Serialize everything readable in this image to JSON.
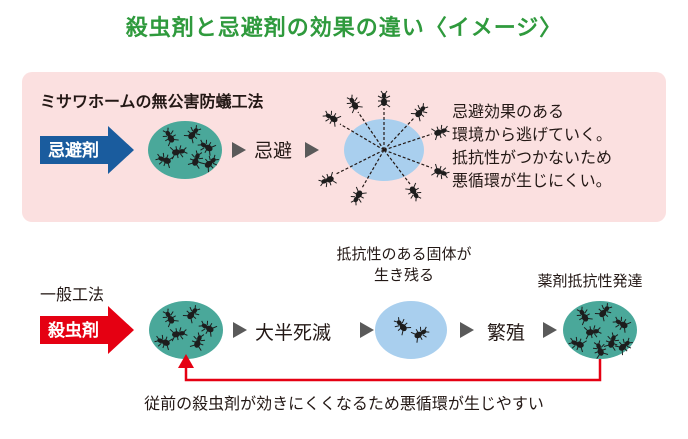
{
  "title": "殺虫剤と忌避剤の効果の違い〈イメージ〉",
  "repellent": {
    "method_label": "ミサワホームの無公害防蟻工法",
    "arrow_label": "忌避剤",
    "step": "忌避",
    "description": [
      "忌避効果のある",
      "環境から逃げていく。",
      "抵抗性がつかないため",
      "悪循環が生じにくい。"
    ]
  },
  "insecticide": {
    "method_label": "一般工法",
    "arrow_label": "殺虫剤",
    "steps": [
      "大半死滅",
      "繁殖"
    ],
    "survivor_note": [
      "抵抗性のある固体が",
      "生き残る"
    ],
    "resistance_note": "薬剤抵抗性発達",
    "cycle_note": "従前の殺虫剤が効きにくくなるため悪循環が生じやすい"
  },
  "colors": {
    "title": "#2f9a3d",
    "panel": "#fbe0e0",
    "repellent_arrow": "#1a5c9e",
    "insecticide_arrow": "#e50012",
    "colony": "#4aa89a",
    "repelled_area": "#a9cfee",
    "triangle": "#5a5a5a"
  }
}
